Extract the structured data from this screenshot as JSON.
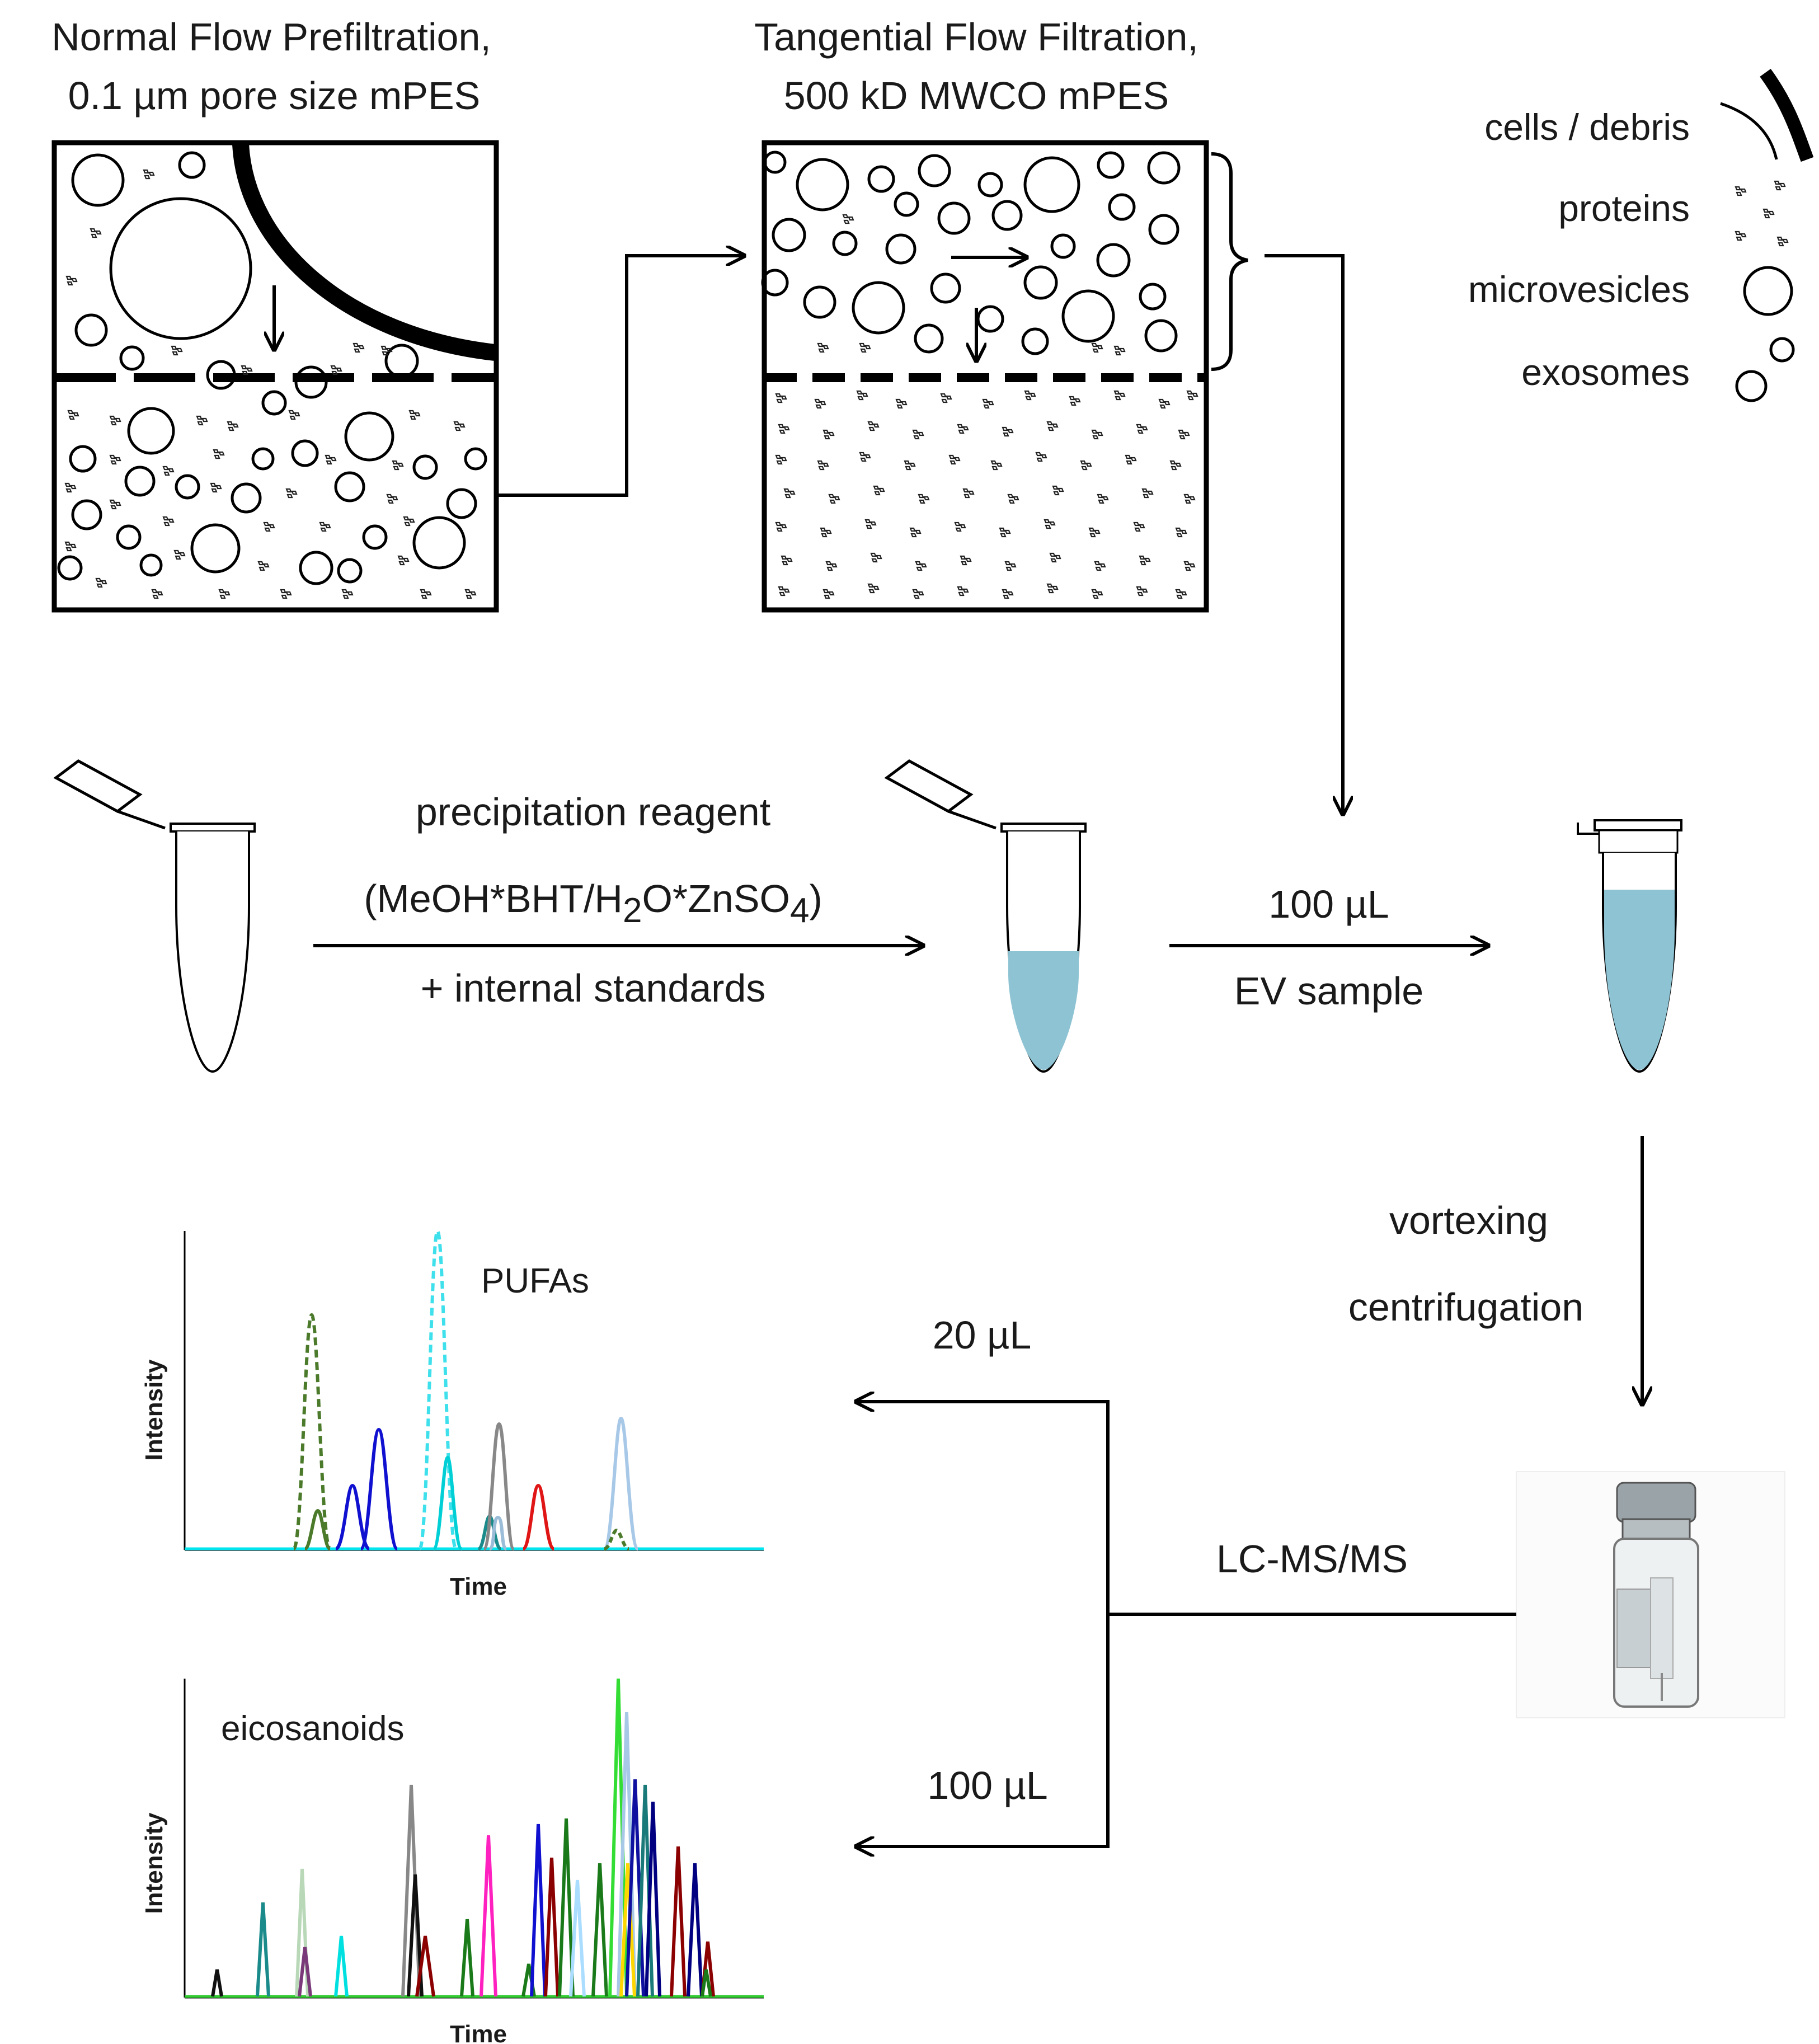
{
  "filtration": {
    "nfp_title_line1": "Normal Flow Prefiltration,",
    "nfp_title_line2": "0.1 µm pore size mPES",
    "tff_title_line1": "Tangential Flow Filtration,",
    "tff_title_line2": "500 kD MWCO mPES"
  },
  "legend": {
    "items": [
      {
        "label": "cells / debris",
        "icon": "cell-debris-icon"
      },
      {
        "label": "proteins",
        "icon": "protein-icon"
      },
      {
        "label": "microvesicles",
        "icon": "microvesicle-icon"
      },
      {
        "label": "exosomes",
        "icon": "exosome-icon"
      }
    ]
  },
  "steps": {
    "reagent_line1": "precipitation reagent",
    "reagent_line2_a": "(MeOH*BHT/H",
    "reagent_line2_sub1": "2",
    "reagent_line2_b": "O*ZnSO",
    "reagent_line2_sub2": "4",
    "reagent_line2_c": ")",
    "reagent_line3": "+ internal standards",
    "ev_volume": "100 µL",
    "ev_label": "EV sample",
    "vortex": "vortexing",
    "centrifuge": "centrifugation",
    "lcms": "LC-MS/MS",
    "vol_pufa": "20 µL",
    "vol_eico": "100 µL"
  },
  "chromatograms": {
    "pufa": {
      "title": "PUFAs",
      "xlabel": "Time",
      "ylabel": "Intensity"
    },
    "eico": {
      "title": "eicosanoids",
      "xlabel": "Time",
      "ylabel": "Intensity"
    }
  },
  "colors": {
    "liquid": "#8ec3d3",
    "line": "#000000",
    "vial_glass": "#d6dcdf",
    "vial_cap": "#9aa3a8"
  }
}
